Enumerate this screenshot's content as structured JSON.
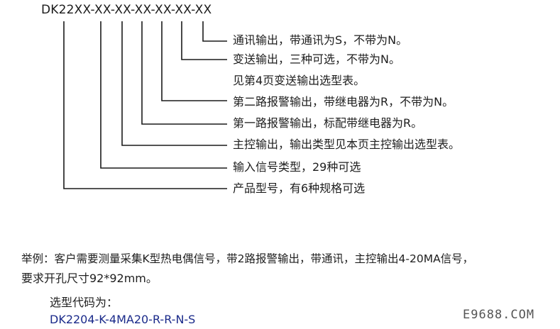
{
  "model_code": "DK22XX-XX-XX-XX-XX-XX-XX",
  "descriptions": [
    "通讯输出，带通讯为S，不带为N。",
    "变送输出，三种可选，不带为N。",
    "见第4页变送输出选型表。",
    "第二路报警输出，带继电器为R，不带为N。",
    "第一路报警输出，标配带继电器为R。",
    "主控输出，输出类型见本页主控输出选型表。",
    "输入信号类型，29种可选",
    "产品型号，有6种规格可选"
  ],
  "example": {
    "line1": "举例：客户需要测量采集K型热电偶信号，带2路报警输出，带通讯，主控输出4-20MA信号，",
    "line2": "要求开孔尺寸92*92mm。",
    "selection_label": "选型代码为：",
    "selection_code": "DK2204-K-4MA20-R-R-N-S"
  },
  "watermark": "E9688.COM",
  "colors": {
    "line": "#1a1a1a",
    "code_highlight": "#1a2a8a"
  }
}
